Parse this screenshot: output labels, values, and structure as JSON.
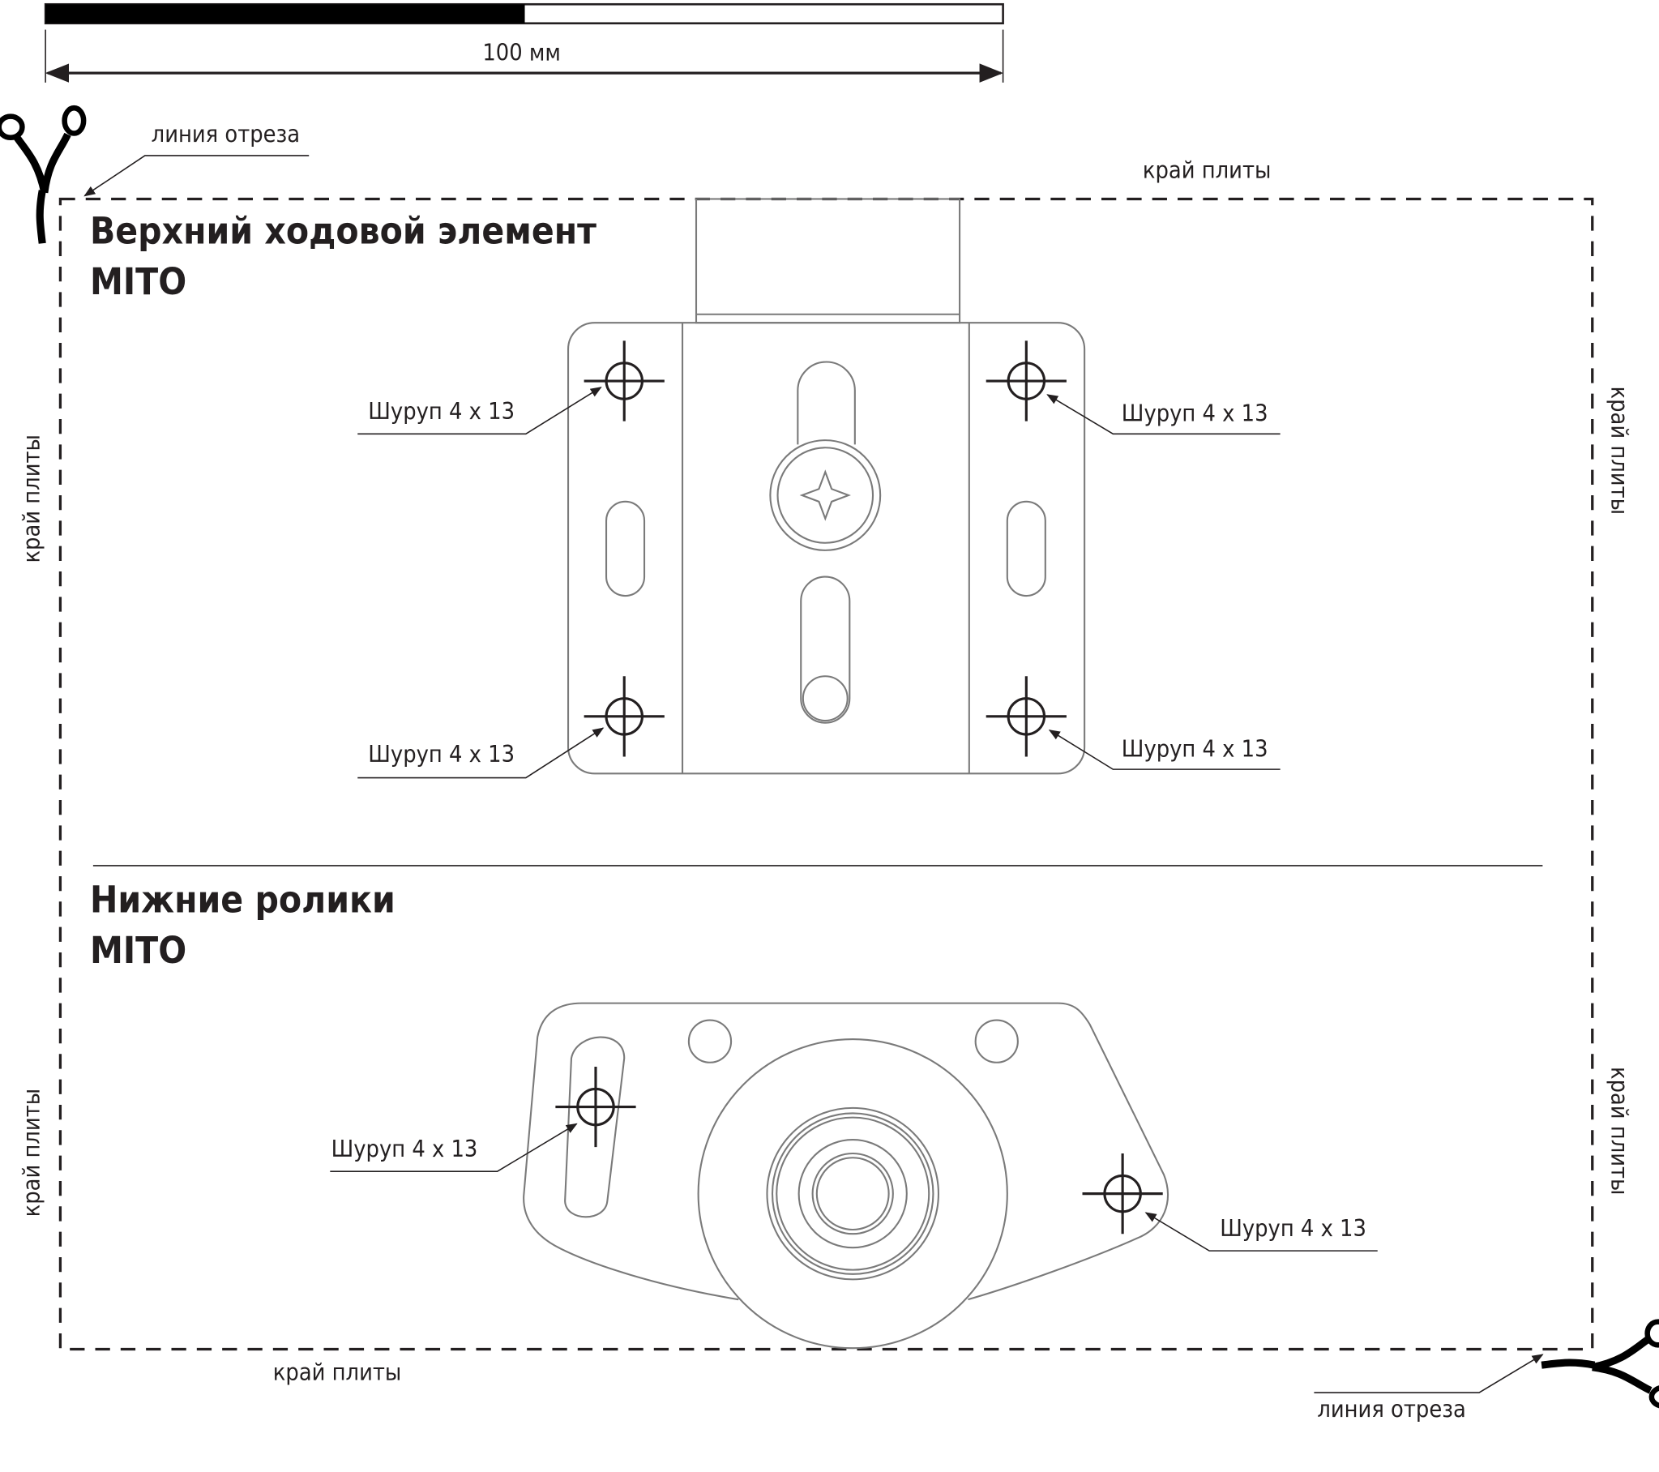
{
  "scale_bar": {
    "label": "100 мм",
    "filled_fraction": 0.5
  },
  "cut_line_label": "линия отреза",
  "board_edge_label": "край плиты",
  "section_top": {
    "title_line1": "Верхний ходовой элемент",
    "title_line2": "MITO",
    "screws": [
      "Шуруп 4 x 13",
      "Шуруп 4 x 13",
      "Шуруп 4 x 13",
      "Шуруп 4 x 13"
    ]
  },
  "section_bottom": {
    "title_line1": "Нижние ролики",
    "title_line2": "MITO",
    "screws": [
      "Шуруп 4 x 13",
      "Шуруп 4 x 13"
    ]
  }
}
